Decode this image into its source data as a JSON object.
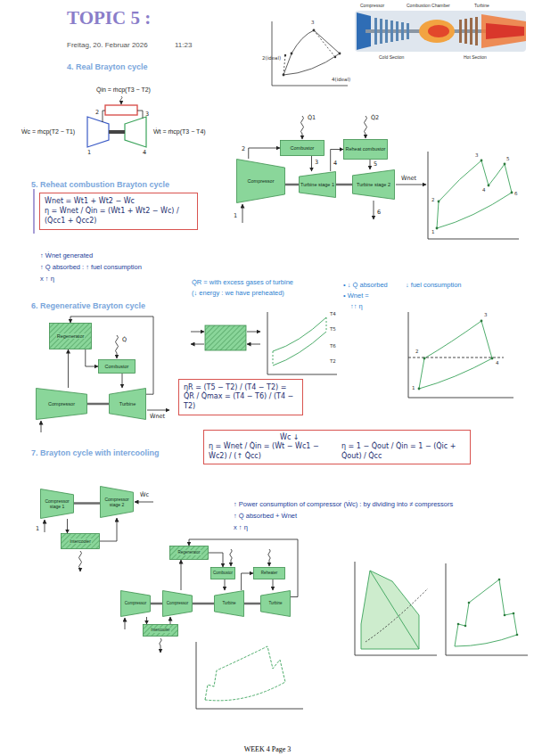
{
  "diagram": {
    "title": "TOPIC 5 :",
    "nodes": [
      {
        "text": [
          "Ẇnet = Ẇt1 + Ẇt2 − Ẇc",
          "η = Ẇnet / Q̇in = (Ẇt1 + Ẇt2 − Ẇc) / (Q̇cc1 + Q̇cc2)"
        ]
      },
      {
        "text": [
          "Compressor"
        ]
      },
      {
        "text": [
          "Combustor"
        ]
      },
      {
        "text": [
          "Turbine stage 1"
        ]
      },
      {
        "text": [
          "Reheat combustor"
        ]
      },
      {
        "text": [
          "Turbine stage 2"
        ]
      },
      {
        "text": [
          "Regenerator"
        ]
      },
      {
        "text": [
          "Combustor"
        ]
      },
      {
        "text": [
          "Compressor"
        ]
      },
      {
        "text": [
          "Turbine"
        ]
      },
      {
        "text": [
          "ηR = (T5 − T2) / (T4 − T2) = Q̇R / Q̇max = (T4 − T6) / (T4 − T2)"
        ]
      },
      {
        "text": [
          "Ẇc ↓",
          "η = Ẇnet / Q̇in = (Ẇt − Ẇc1 − Ẇc2) / (↑ Q̇cc)",
          "η = 1 − Q̇out / Q̇in = 1 − (Q̇ic + Q̇out) / Q̇cc"
        ]
      },
      {
        "text": [
          "Compressor stage 1"
        ]
      },
      {
        "text": [
          "Compressor stage 2"
        ]
      },
      {
        "text": [
          "Intercooler"
        ]
      },
      {
        "text": [
          "Regenerator"
        ]
      },
      {
        "text": [
          "Combustor"
        ]
      },
      {
        "text": [
          "Reheater"
        ]
      },
      {
        "text": [
          "Compressor"
        ]
      },
      {
        "text": [
          "Compressor"
        ]
      },
      {
        "text": [
          "Turbine"
        ]
      },
      {
        "text": [
          "Turbine"
        ]
      },
      {
        "text": [
          "Intercooler"
        ]
      }
    ],
    "edges": [
      {
        "from": 1,
        "to": 2,
        "arrow": "to"
      },
      {
        "from": 2,
        "to": 3,
        "arrow": "to"
      },
      {
        "from": 3,
        "to": 4,
        "arrow": "to"
      },
      {
        "from": 4,
        "to": 5,
        "arrow": "to"
      },
      {
        "from": 1,
        "to": 3,
        "arrow": "none"
      },
      {
        "from": 3,
        "to": 5,
        "arrow": "none"
      },
      {
        "from": 8,
        "to": 6,
        "arrow": "to"
      },
      {
        "from": 6,
        "to": 7,
        "arrow": "to"
      },
      {
        "from": 7,
        "to": 9,
        "arrow": "to"
      },
      {
        "from": 9,
        "to": 6,
        "arrow": "to"
      },
      {
        "from": 8,
        "to": 9,
        "arrow": "none"
      },
      {
        "from": 12,
        "to": 14,
        "arrow": "to"
      },
      {
        "from": 14,
        "to": 13,
        "arrow": "to"
      },
      {
        "from": 12,
        "to": 13,
        "arrow": "none"
      },
      {
        "from": 18,
        "to": 22,
        "arrow": "to"
      },
      {
        "from": 22,
        "to": 19,
        "arrow": "to"
      },
      {
        "from": 19,
        "to": 15,
        "arrow": "to"
      },
      {
        "from": 15,
        "to": 16,
        "arrow": "to"
      },
      {
        "from": 16,
        "to": 20,
        "arrow": "to"
      },
      {
        "from": 20,
        "to": 17,
        "arrow": "to"
      },
      {
        "from": 17,
        "to": 21,
        "arrow": "to"
      },
      {
        "from": 21,
        "to": 15,
        "arrow": "to"
      },
      {
        "from": 18,
        "to": 19,
        "arrow": "none"
      },
      {
        "from": 19,
        "to": 20,
        "arrow": "none"
      },
      {
        "from": 20,
        "to": 21,
        "arrow": "none"
      }
    ],
    "labels": [
      "Freitag, 20. Februar 2026",
      "11:23",
      "3",
      "2(ideal)",
      "4(ideal)",
      "Compressor",
      "Combustion Chamber",
      "Turbine",
      "Cold Section",
      "Hot Section",
      "4. Real Brayton cycle",
      "Q̇in = ṁcp(T3 − T2)",
      "Ẇc = ṁcp(T2 − T1)",
      "Ẇt = ṁcp(T3 − T4)",
      "2",
      "3",
      "1",
      "4",
      "5. Reheat combustion Brayton cycle",
      "↑ Ẇnet generated",
      "↑ Q̇ absorbed : ↑ fuel consumption",
      "x ↑ η",
      "Q̇1",
      "Q̇2",
      "Ẇnet",
      "1",
      "2",
      "3",
      "4",
      "5",
      "6",
      "1",
      "2",
      "3",
      "4",
      "5",
      "6",
      "Q̇R = with excess gases of turbine",
      "(↓ energy : we have preheated)",
      "• ↓ Q̇ absorbed",
      "↓ fuel consumption",
      "• Ẇnet =",
      "↑↑ η",
      "6. Regenerative Brayton cycle",
      "Q̇",
      "Ẇnet",
      "T4",
      "T5",
      "T6",
      "T2",
      "1",
      "2",
      "3",
      "4",
      "7. Brayton cycle with intercooling",
      "↑ Power consumption of compressor (Ẇc) : by dividing into ≠ compressors",
      "↑ Q̇ absorbed + Ẇnet",
      "x ↑ η",
      "Ẇc",
      "1",
      "WEEK 4 Page 3"
    ]
  }
}
